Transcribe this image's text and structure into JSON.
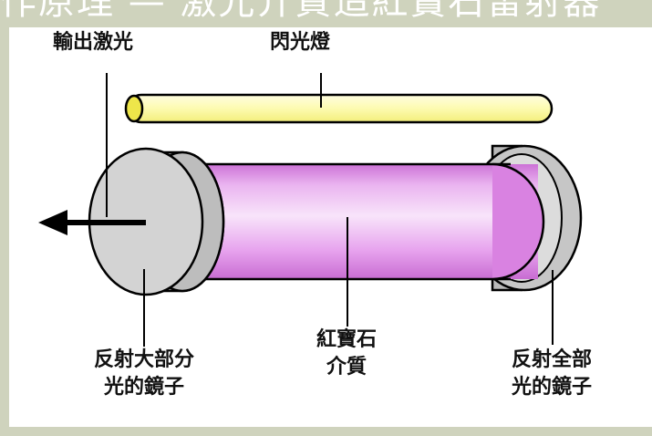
{
  "banner": {
    "text": "作原理 — 激光介質造紅寶石雷射器"
  },
  "labels": {
    "output_laser": "輸出激光",
    "flash_lamp": "閃光燈",
    "ruby_line1": "紅寶石",
    "ruby_line2": "介質",
    "left_mirror_line1": "反射大部分",
    "left_mirror_line2": "光的鏡子",
    "right_mirror_line1": "反射全部",
    "right_mirror_line2": "光的鏡子"
  },
  "colors": {
    "background": "#cfd3bd",
    "panel": "#ffffff",
    "lamp": "#fdfbb0",
    "lamp_end": "#f0e84a",
    "ruby_light": "#f6d8f8",
    "ruby_mid": "#e7a3ee",
    "ruby_dark": "#cc72d6",
    "mirror_face": "#d3d3d3",
    "mirror_rim": "#b6b6b6",
    "outline": "#000000"
  },
  "icons": {
    "output_arrow": "arrow-left-icon"
  }
}
